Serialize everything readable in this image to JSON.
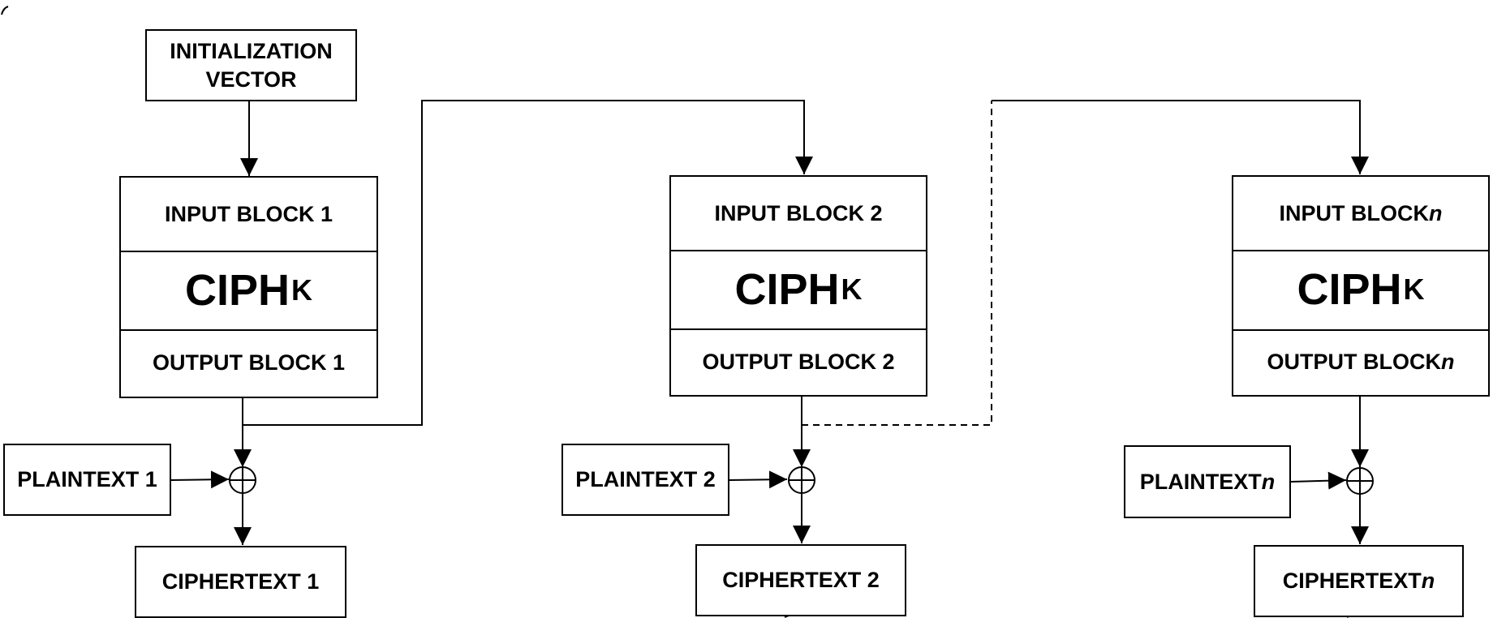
{
  "iv": {
    "line1": "INITIALIZATION",
    "line2": "VECTOR"
  },
  "stages": [
    {
      "input": "INPUT BLOCK 1",
      "cipher": "CIPH",
      "key": "K",
      "output": "OUTPUT BLOCK 1",
      "plaintext": "PLAINTEXT 1",
      "ciphertext": "CIPHERTEXT 1"
    },
    {
      "input": "INPUT BLOCK 2",
      "cipher": "CIPH",
      "key": "K",
      "output": "OUTPUT BLOCK 2",
      "plaintext": "PLAINTEXT 2",
      "ciphertext": "CIPHERTEXT 2"
    },
    {
      "input_prefix": "INPUT BLOCK ",
      "input_var": "n",
      "cipher": "CIPH",
      "key": "K",
      "output_prefix": "OUTPUT BLOCK ",
      "output_var": "n",
      "plaintext_prefix": "PLAINTEXT ",
      "plaintext_var": "n",
      "ciphertext_prefix": "CIPHERTEXT ",
      "ciphertext_var": "n"
    }
  ],
  "xor_symbol": "⊕"
}
